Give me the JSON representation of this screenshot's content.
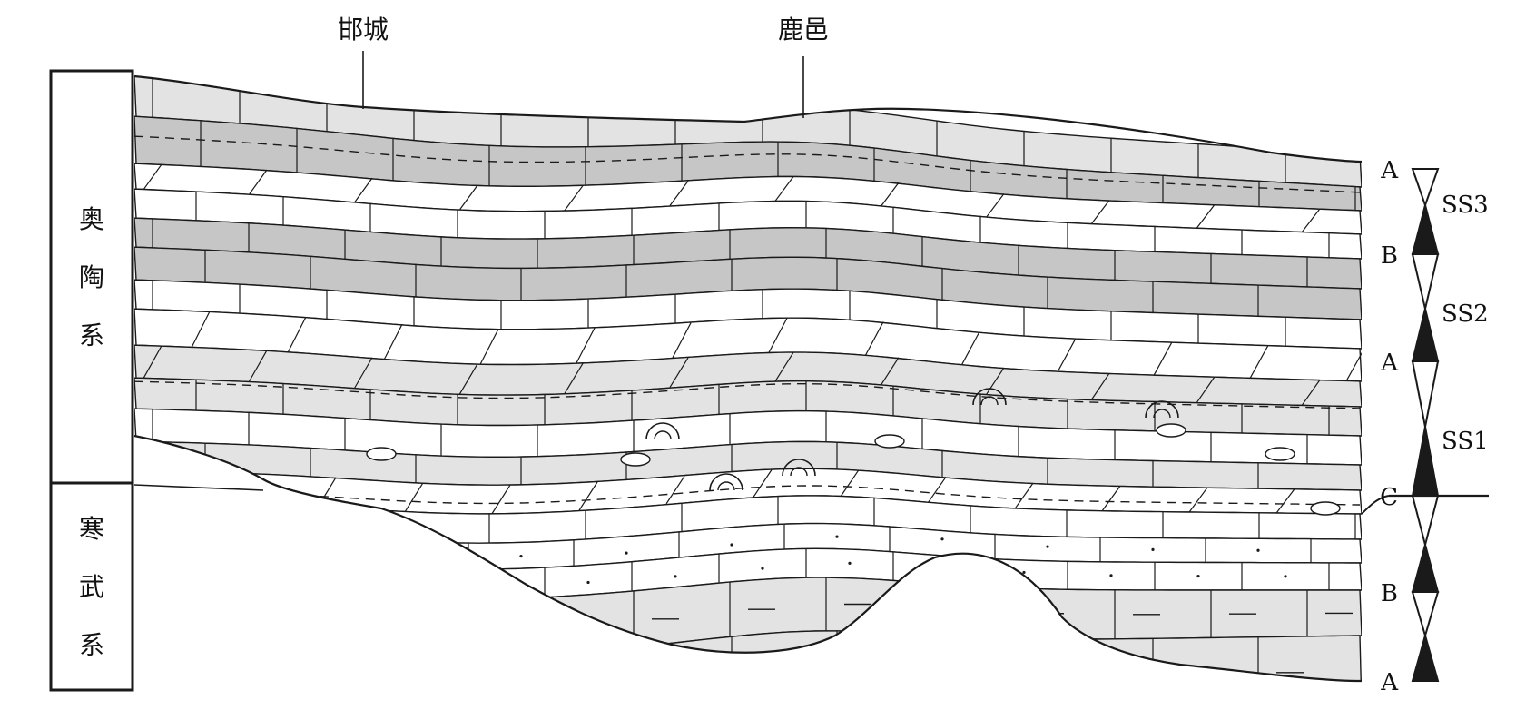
{
  "locations": [
    {
      "id": "handan",
      "label": "邯城"
    },
    {
      "id": "luyi",
      "label": "鹿邑"
    }
  ],
  "strat_column": [
    {
      "id": "ordovician",
      "label": "奥陶系",
      "chars": [
        "奥",
        "陶",
        "系"
      ]
    },
    {
      "id": "cambrian",
      "label": "寒武系",
      "chars": [
        "寒",
        "武",
        "系"
      ]
    }
  ],
  "boundary_labels": [
    {
      "id": "a-top",
      "label": "A"
    },
    {
      "id": "b-upper",
      "label": "B"
    },
    {
      "id": "a-mid",
      "label": "A"
    },
    {
      "id": "c",
      "label": "C"
    },
    {
      "id": "b-lower",
      "label": "B"
    },
    {
      "id": "a-bottom",
      "label": "A"
    }
  ],
  "sequences": [
    {
      "id": "ss3",
      "label": "SS3"
    },
    {
      "id": "ss2",
      "label": "SS2"
    },
    {
      "id": "ss1",
      "label": "SS1"
    }
  ],
  "colors": {
    "line": "#1a1a1a",
    "dark_limestone": "#c6c6c6",
    "light_limestone": "#e3e3e3",
    "white_rock": "#ffffff"
  }
}
